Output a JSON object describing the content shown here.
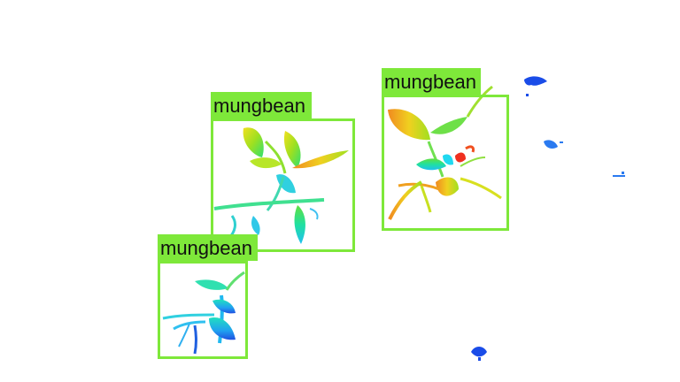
{
  "detections": [
    {
      "label": "mungbean"
    },
    {
      "label": "mungbean"
    },
    {
      "label": "mungbean"
    }
  ],
  "colors": {
    "box": "#7ee83a",
    "label_bg": "#7ee83a",
    "label_text": "#111111",
    "background": "#ffffff"
  }
}
